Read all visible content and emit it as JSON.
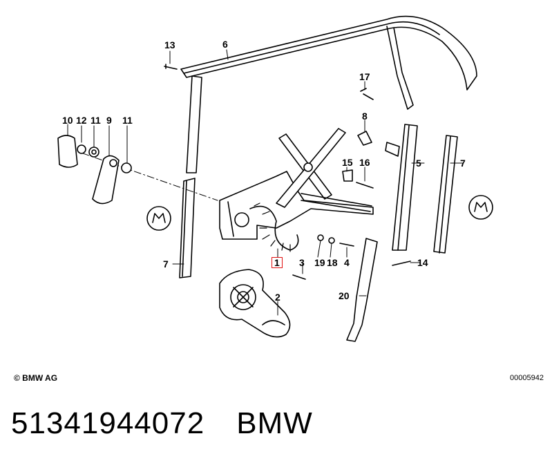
{
  "labels": {
    "p1": "1",
    "p2": "2",
    "p3": "3",
    "p4": "4",
    "p5": "5",
    "p6": "6",
    "p7a": "7",
    "p7b": "7",
    "p8": "8",
    "p9": "9",
    "p10": "10",
    "p11a": "11",
    "p11b": "11",
    "p12": "12",
    "p13": "13",
    "p14": "14",
    "p15": "15",
    "p16": "16",
    "p17": "17",
    "p18": "18",
    "p19": "19",
    "p20": "20"
  },
  "highlighted_part": "1",
  "highlight_color": "#e11111",
  "footer": {
    "copyright": "© BMW AG",
    "diagram_id": "00005942"
  },
  "part_line": {
    "part_number": "51341944072",
    "brand": "BMW"
  }
}
